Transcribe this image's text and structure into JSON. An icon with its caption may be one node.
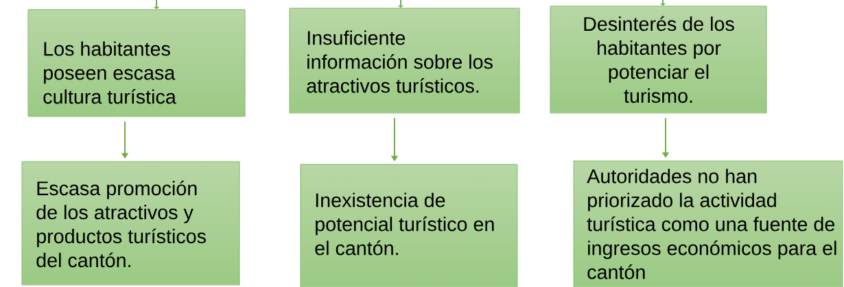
{
  "diagram": {
    "nodes": [
      {
        "text": [
          "Los habitantes poseen escasa cultura turística"
        ]
      },
      {
        "text": [
          "Insuficiente información sobre los atractivos turísticos."
        ]
      },
      {
        "text": [
          "Desinterés de los habitantes por potenciar el turismo."
        ]
      },
      {
        "text": [
          "Escasa promoción de los atractivos y productos turísticos del cantón."
        ]
      },
      {
        "text": [
          "Inexistencia de potencial turístico en el cantón."
        ]
      },
      {
        "text": [
          "Autoridades no han priorizado la actividad turística como una fuente de ingresos económicos para el cantón"
        ]
      }
    ],
    "edges": [
      {
        "from": null,
        "to": 0,
        "arrow": "to"
      },
      {
        "from": null,
        "to": 1,
        "arrow": "to"
      },
      {
        "from": null,
        "to": 2,
        "arrow": "to"
      },
      {
        "from": 0,
        "to": 3,
        "arrow": "to"
      },
      {
        "from": 1,
        "to": 4,
        "arrow": "to"
      },
      {
        "from": 2,
        "to": 5,
        "arrow": "to"
      }
    ]
  }
}
